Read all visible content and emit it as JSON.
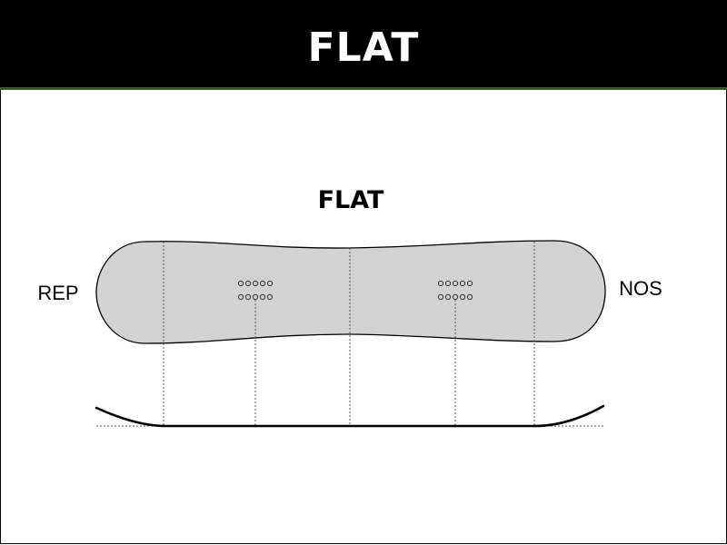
{
  "header": {
    "title": "FLAT"
  },
  "diagram": {
    "title": "FLAT",
    "left_label": "REP",
    "right_label": "NOS",
    "colors": {
      "header_bg": "#000000",
      "header_border": "#3a5a2a",
      "board_fill": "#d3d3d3",
      "board_stroke": "#000000",
      "guide_line": "#555555"
    }
  }
}
